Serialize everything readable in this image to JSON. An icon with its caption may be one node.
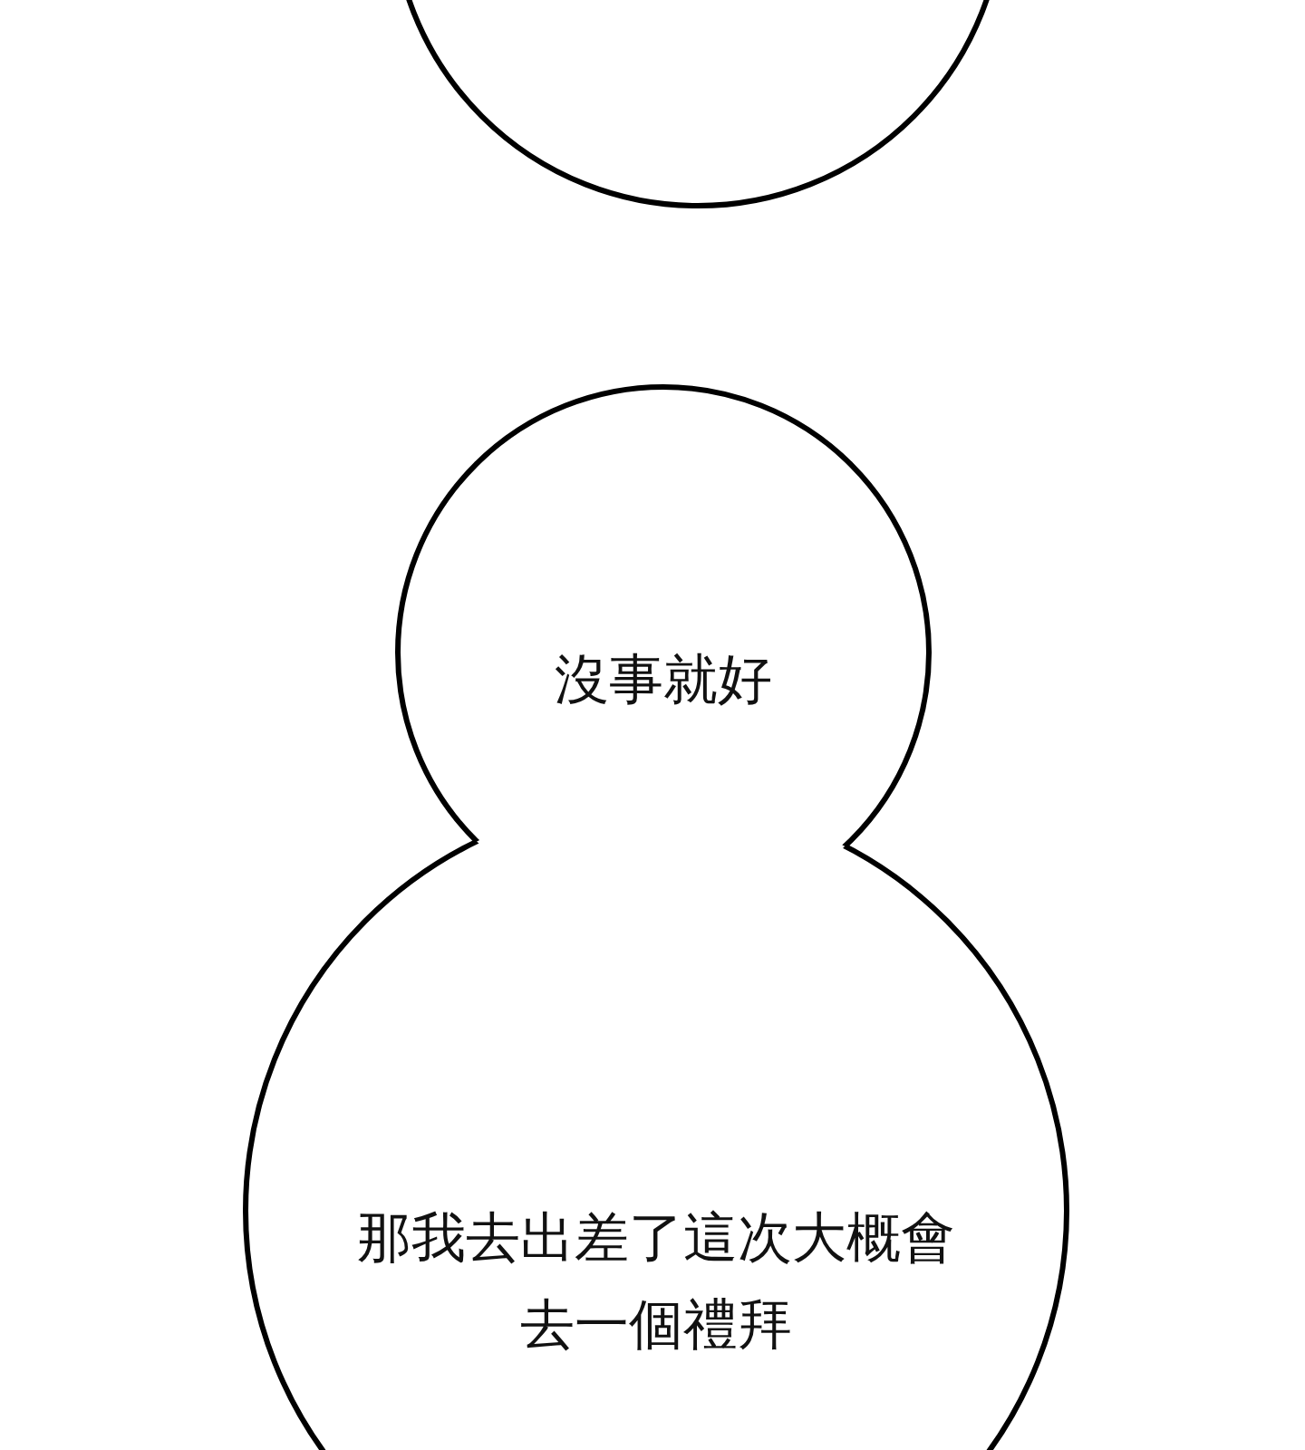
{
  "diagram": {
    "nodes": [
      {
        "text": [],
        "shape": "circle"
      },
      {
        "text": [
          "沒事就好"
        ]
      },
      {
        "text": [
          "那我去出差了這次大概會去一個禮拜"
        ]
      }
    ]
  }
}
